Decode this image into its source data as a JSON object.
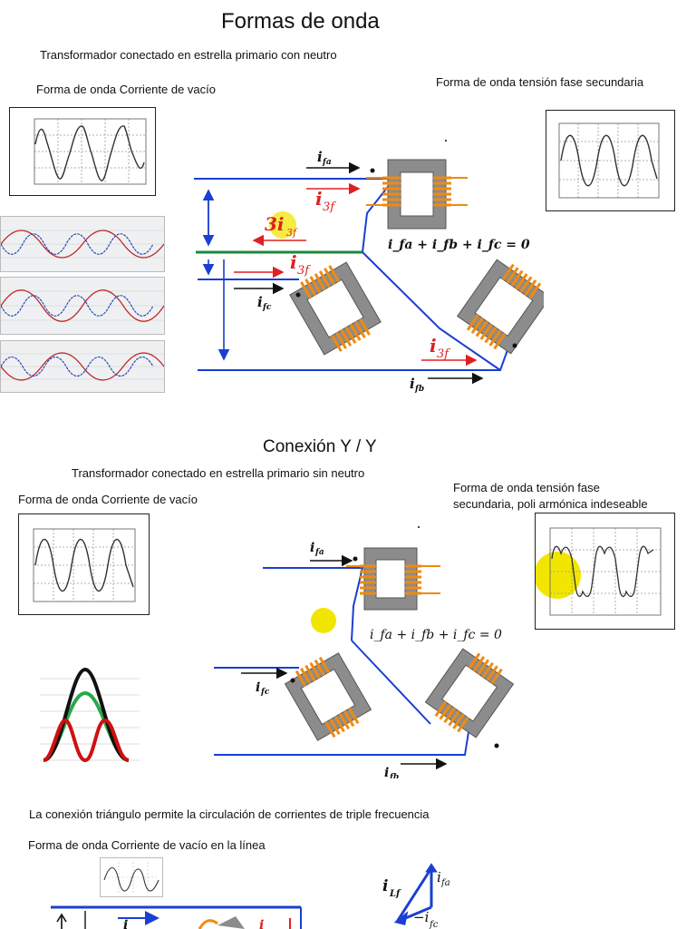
{
  "sec1": {
    "title": "Formas de onda",
    "subtitle": "Transformador conectado en estrella primario con neutro",
    "left_caption": "Forma de onda Corriente de vacío",
    "right_caption": "Forma de onda tensión fase secundaria",
    "formula": "i_fa + i_fb + i_fc = 0",
    "labels": {
      "ifa": "i",
      "ifa_sub": "fa",
      "i3f": "i",
      "i3f_sub": "3f",
      "three_i3f": "3i",
      "ifc_sub": "fc",
      "ifb_sub": "fb"
    }
  },
  "sec2": {
    "title": "Conexión   Y / Y",
    "subtitle": "Transformador conectado en estrella primario sin neutro",
    "left_caption": "Forma de onda Corriente de vacío",
    "right_caption_line1": "Forma de onda tensión fase",
    "right_caption_line2": "secundaria, poli armónica indeseable",
    "formula": "i_fa + i_fb + i_fc = 0"
  },
  "sec3": {
    "caption1": "La conexión triángulo permite la circulación de corrientes de triple frecuencia",
    "caption2": "Forma de onda Corriente de vacío en la línea",
    "phasor_labels": {
      "iLf": "i",
      "iLf_sub": "Lf",
      "ifa": "i",
      "ifa_sub": "fa",
      "minus_ifc": "−i",
      "minus_ifc_sub": "fc"
    }
  },
  "colors": {
    "wire": "#1a3fd1",
    "neutral": "#1a8a3a",
    "arrow_red": "#e02020",
    "coil": "#f08a10",
    "core": "#8c8c8c",
    "highlight": "#f2e600"
  }
}
